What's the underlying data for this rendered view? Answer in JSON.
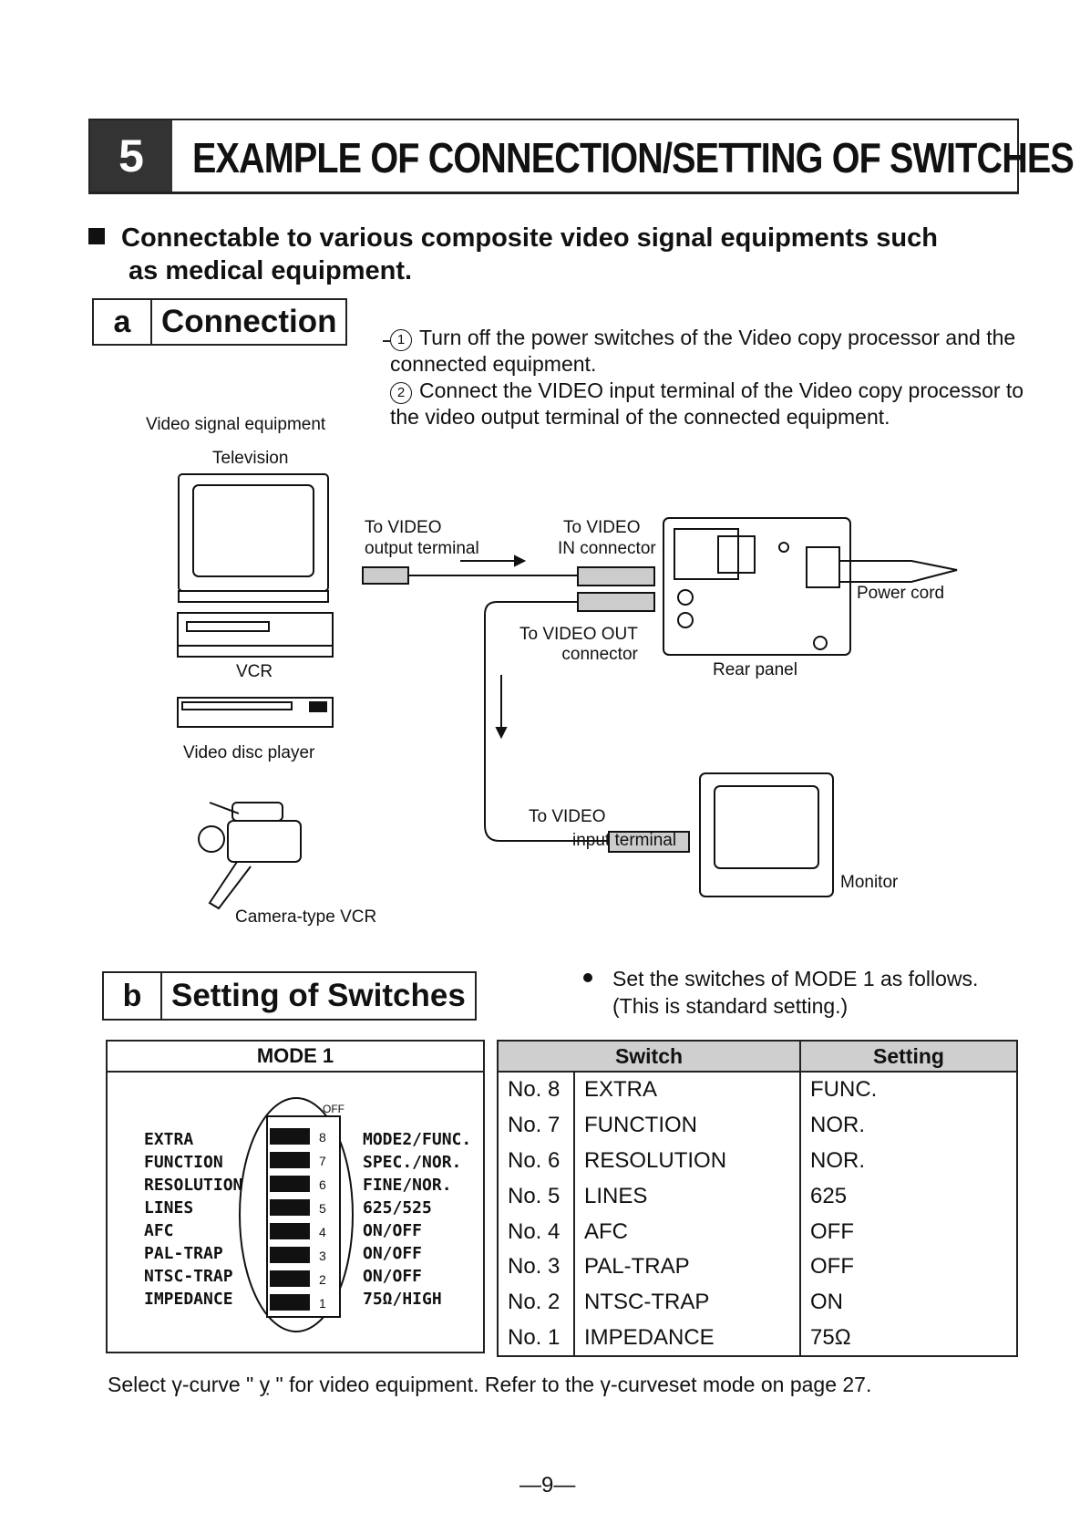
{
  "header": {
    "number": "5",
    "title": "EXAMPLE OF CONNECTION/SETTING OF SWITCHES"
  },
  "lead": {
    "line1": "Connectable to various composite video signal equipments such",
    "line2": "as medical equipment."
  },
  "section_a": {
    "letter": "a",
    "title": "Connection",
    "step1_num": "1",
    "step1": "Turn off the power switches of the Video copy processor and the connected equipment.",
    "step2_num": "2",
    "step2": "Connect the VIDEO input terminal of the Video copy processor to the video output terminal of the connected equipment."
  },
  "diagram": {
    "video_signal_equipment": "Video signal equipment",
    "television": "Television",
    "vcr": "VCR",
    "video_disc_player": "Video disc player",
    "camera_type_vcr": "Camera-type VCR",
    "to_video_output_1": "To VIDEO",
    "to_video_output_2": "output terminal",
    "to_video_in_1": "To VIDEO",
    "to_video_in_2": "IN connector",
    "to_video_out_1": "To VIDEO OUT",
    "to_video_out_2": "connector",
    "rear_panel": "Rear panel",
    "power_cord": "Power cord",
    "to_video_input_1": "To VIDEO",
    "to_video_input_2": "input terminal",
    "monitor": "Monitor"
  },
  "section_b": {
    "letter": "b",
    "title": "Setting of Switches",
    "note_line1": "Set the switches of MODE 1 as follows.",
    "note_line2": "(This is standard setting.)",
    "mode_title": "MODE 1",
    "dip_labels": [
      "EXTRA",
      "FUNCTION",
      "RESOLUTION",
      "LINES",
      "AFC",
      "PAL-TRAP",
      "NTSC-TRAP",
      "IMPEDANCE"
    ],
    "dip_values": [
      "MODE2/FUNC.",
      "SPEC./NOR.",
      "FINE/NOR.",
      "625/525",
      "ON/OFF",
      "ON/OFF",
      "ON/OFF",
      "75Ω/HIGH"
    ],
    "dip_numbers": [
      "8",
      "7",
      "6",
      "5",
      "4",
      "3",
      "2",
      "1"
    ],
    "dip_off": "OFF",
    "table": {
      "headers": [
        "Switch",
        "Setting"
      ],
      "rows": [
        [
          "No. 8",
          "EXTRA",
          "FUNC."
        ],
        [
          "No. 7",
          "FUNCTION",
          "NOR."
        ],
        [
          "No. 6",
          "RESOLUTION",
          "NOR."
        ],
        [
          "No. 5",
          "LINES",
          "625"
        ],
        [
          "No. 4",
          "AFC",
          "OFF"
        ],
        [
          "No. 3",
          "PAL-TRAP",
          "OFF"
        ],
        [
          "No. 2",
          "NTSC-TRAP",
          "ON"
        ],
        [
          "No. 1",
          "IMPEDANCE",
          "75Ω"
        ]
      ]
    }
  },
  "footnote": "Select γ-curve \" ỵ \" for video equipment. Refer to the γ-curveset mode on page 27.",
  "page_number": "—9—"
}
